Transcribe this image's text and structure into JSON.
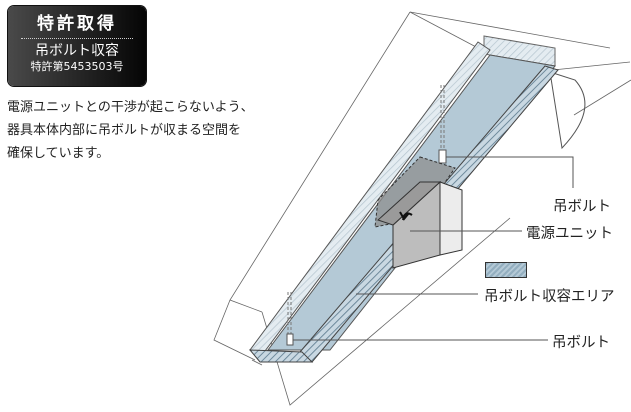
{
  "badge": {
    "title": "特許取得",
    "subtitle": "吊ボルト収容",
    "patent_number": "特許第5453503号"
  },
  "description": {
    "lines": [
      "電源ユニットとの干渉が起こらないよう、",
      "器具本体内部に吊ボルトが収まる空間を",
      "確保しています。"
    ]
  },
  "labels": {
    "hanging_bolt_top": "吊ボルト",
    "power_unit": "電源ユニット",
    "bolt_area": "吊ボルト収容エリア",
    "hanging_bolt_bottom": "吊ボルト"
  },
  "colors": {
    "badge_bg": "#1a1a1a",
    "area_fill": "#b4c9d6",
    "hatch": "#93aebf",
    "unit_fill": "#bdbdbd",
    "line": "#555555"
  }
}
